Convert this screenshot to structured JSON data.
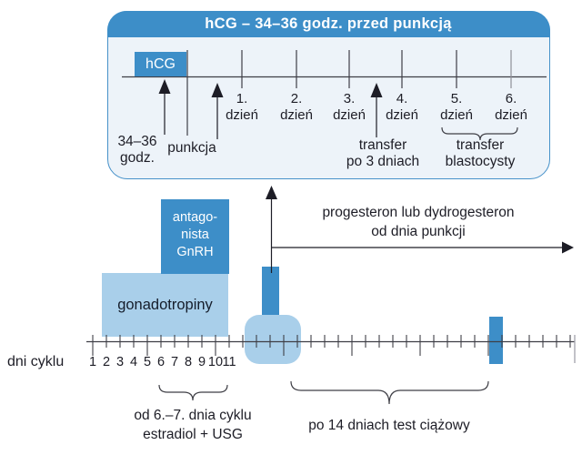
{
  "panel": {
    "title": "hCG – 34–36 godz. przed punkcją",
    "hcg_box_label": "hCG",
    "days": [
      {
        "num": "1.",
        "word": "dzień"
      },
      {
        "num": "2.",
        "word": "dzień"
      },
      {
        "num": "3.",
        "word": "dzień"
      },
      {
        "num": "4.",
        "word": "dzień"
      },
      {
        "num": "5.",
        "word": "dzień"
      },
      {
        "num": "6.",
        "word": "dzień"
      }
    ],
    "annotations": {
      "hours": [
        "34–36",
        "godz."
      ],
      "puncture": "punkcja",
      "transfer3": [
        "transfer",
        "po 3 dniach"
      ],
      "blastocyst": [
        "transfer",
        "blastocysty"
      ]
    }
  },
  "main": {
    "antagonist_box": [
      "antago-",
      "nista",
      "GnRH"
    ],
    "gonadotropins_box": "gonadotropiny",
    "progesterone_note": [
      "progesteron lub dydrogesteron",
      "od dnia punkcji"
    ],
    "cycle_axis_label": "dni cyklu",
    "cycle_days": [
      "1",
      "2",
      "3",
      "4",
      "5",
      "6",
      "7",
      "8",
      "9",
      "10",
      "11"
    ],
    "estradiol_note": [
      "od 6.–7. dnia cyklu",
      "estradiol + USG"
    ],
    "pregnancy_test_note": "po 14 dniach test ciążowy"
  },
  "colors": {
    "accent_blue": "#3d8ec8",
    "light_blue": "#a9cfea",
    "panel_bg": "#edf3f9",
    "panel_border": "#4691c9",
    "line": "#3f3f46",
    "text": "#1d1d26"
  }
}
